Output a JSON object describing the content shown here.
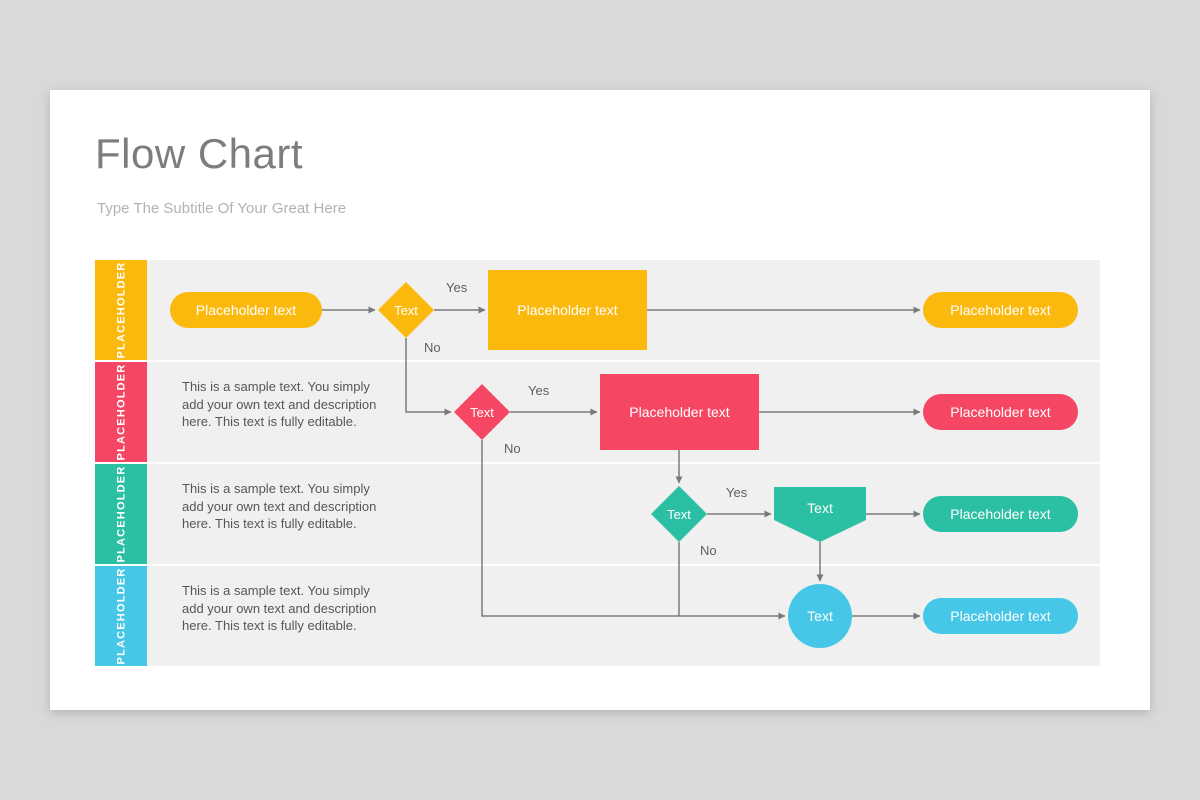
{
  "slide": {
    "title": "Flow Chart",
    "subtitle": "Type The Subtitle Of Your Great Here"
  },
  "labels": {
    "yes": "Yes",
    "no": "No"
  },
  "rows": [
    {
      "label": "PLACEHOLDER",
      "color": "#fbb90e"
    },
    {
      "label": "PLACEHOLDER",
      "color": "#f54663",
      "sample_text": "This is a sample text. You simply add your own text and description here. This text is fully editable."
    },
    {
      "label": "PLACEHOLDER",
      "color": "#2bbfa3",
      "sample_text": "This is a sample text. You simply add your own text and description here. This text is fully editable."
    },
    {
      "label": "PLACEHOLDER",
      "color": "#46c7e7",
      "sample_text": "This is a sample text. You simply add your own text and description here. This text is fully editable."
    }
  ],
  "nodes": {
    "r1_start_pill": "Placeholder text",
    "r1_decision": "Text",
    "r1_process": "Placeholder text",
    "r1_end_pill": "Placeholder text",
    "r2_decision": "Text",
    "r2_process": "Placeholder text",
    "r2_end_pill": "Placeholder text",
    "r3_decision": "Text",
    "r3_merge": "Text",
    "r3_end_pill": "Placeholder text",
    "r4_terminal": "Text",
    "r4_end_pill": "Placeholder text"
  }
}
